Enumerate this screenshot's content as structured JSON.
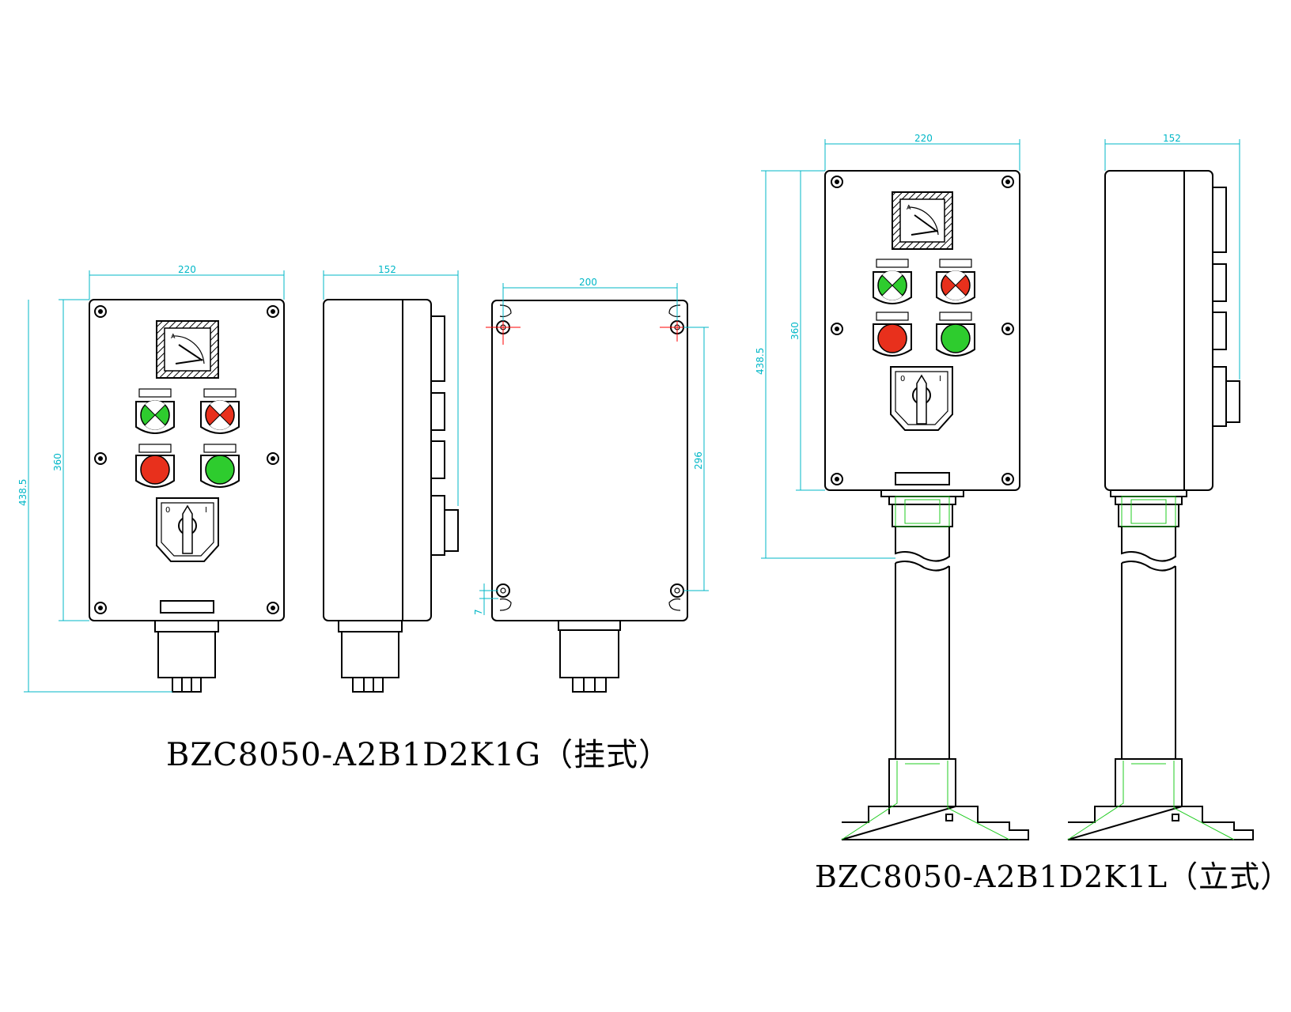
{
  "dimensions": {
    "width_220": "220",
    "depth_152": "152",
    "mount_200": "200",
    "mount_296": "296",
    "height_360": "360",
    "height_438": "438.5",
    "slot_7": "7"
  },
  "meter": {
    "unit": "A"
  },
  "switch": {
    "pos_off": "0",
    "pos_on": "I"
  },
  "captions": {
    "hanging": "BZC8050-A2B1D2K1G（挂式）",
    "standing": "BZC8050-A2B1D2K1L（立式）"
  },
  "colors": {
    "dimension": "#00b7c7",
    "green_lamp": "#2ecc2e",
    "red_lamp": "#e8301c",
    "hidden_line": "#22cc22"
  }
}
